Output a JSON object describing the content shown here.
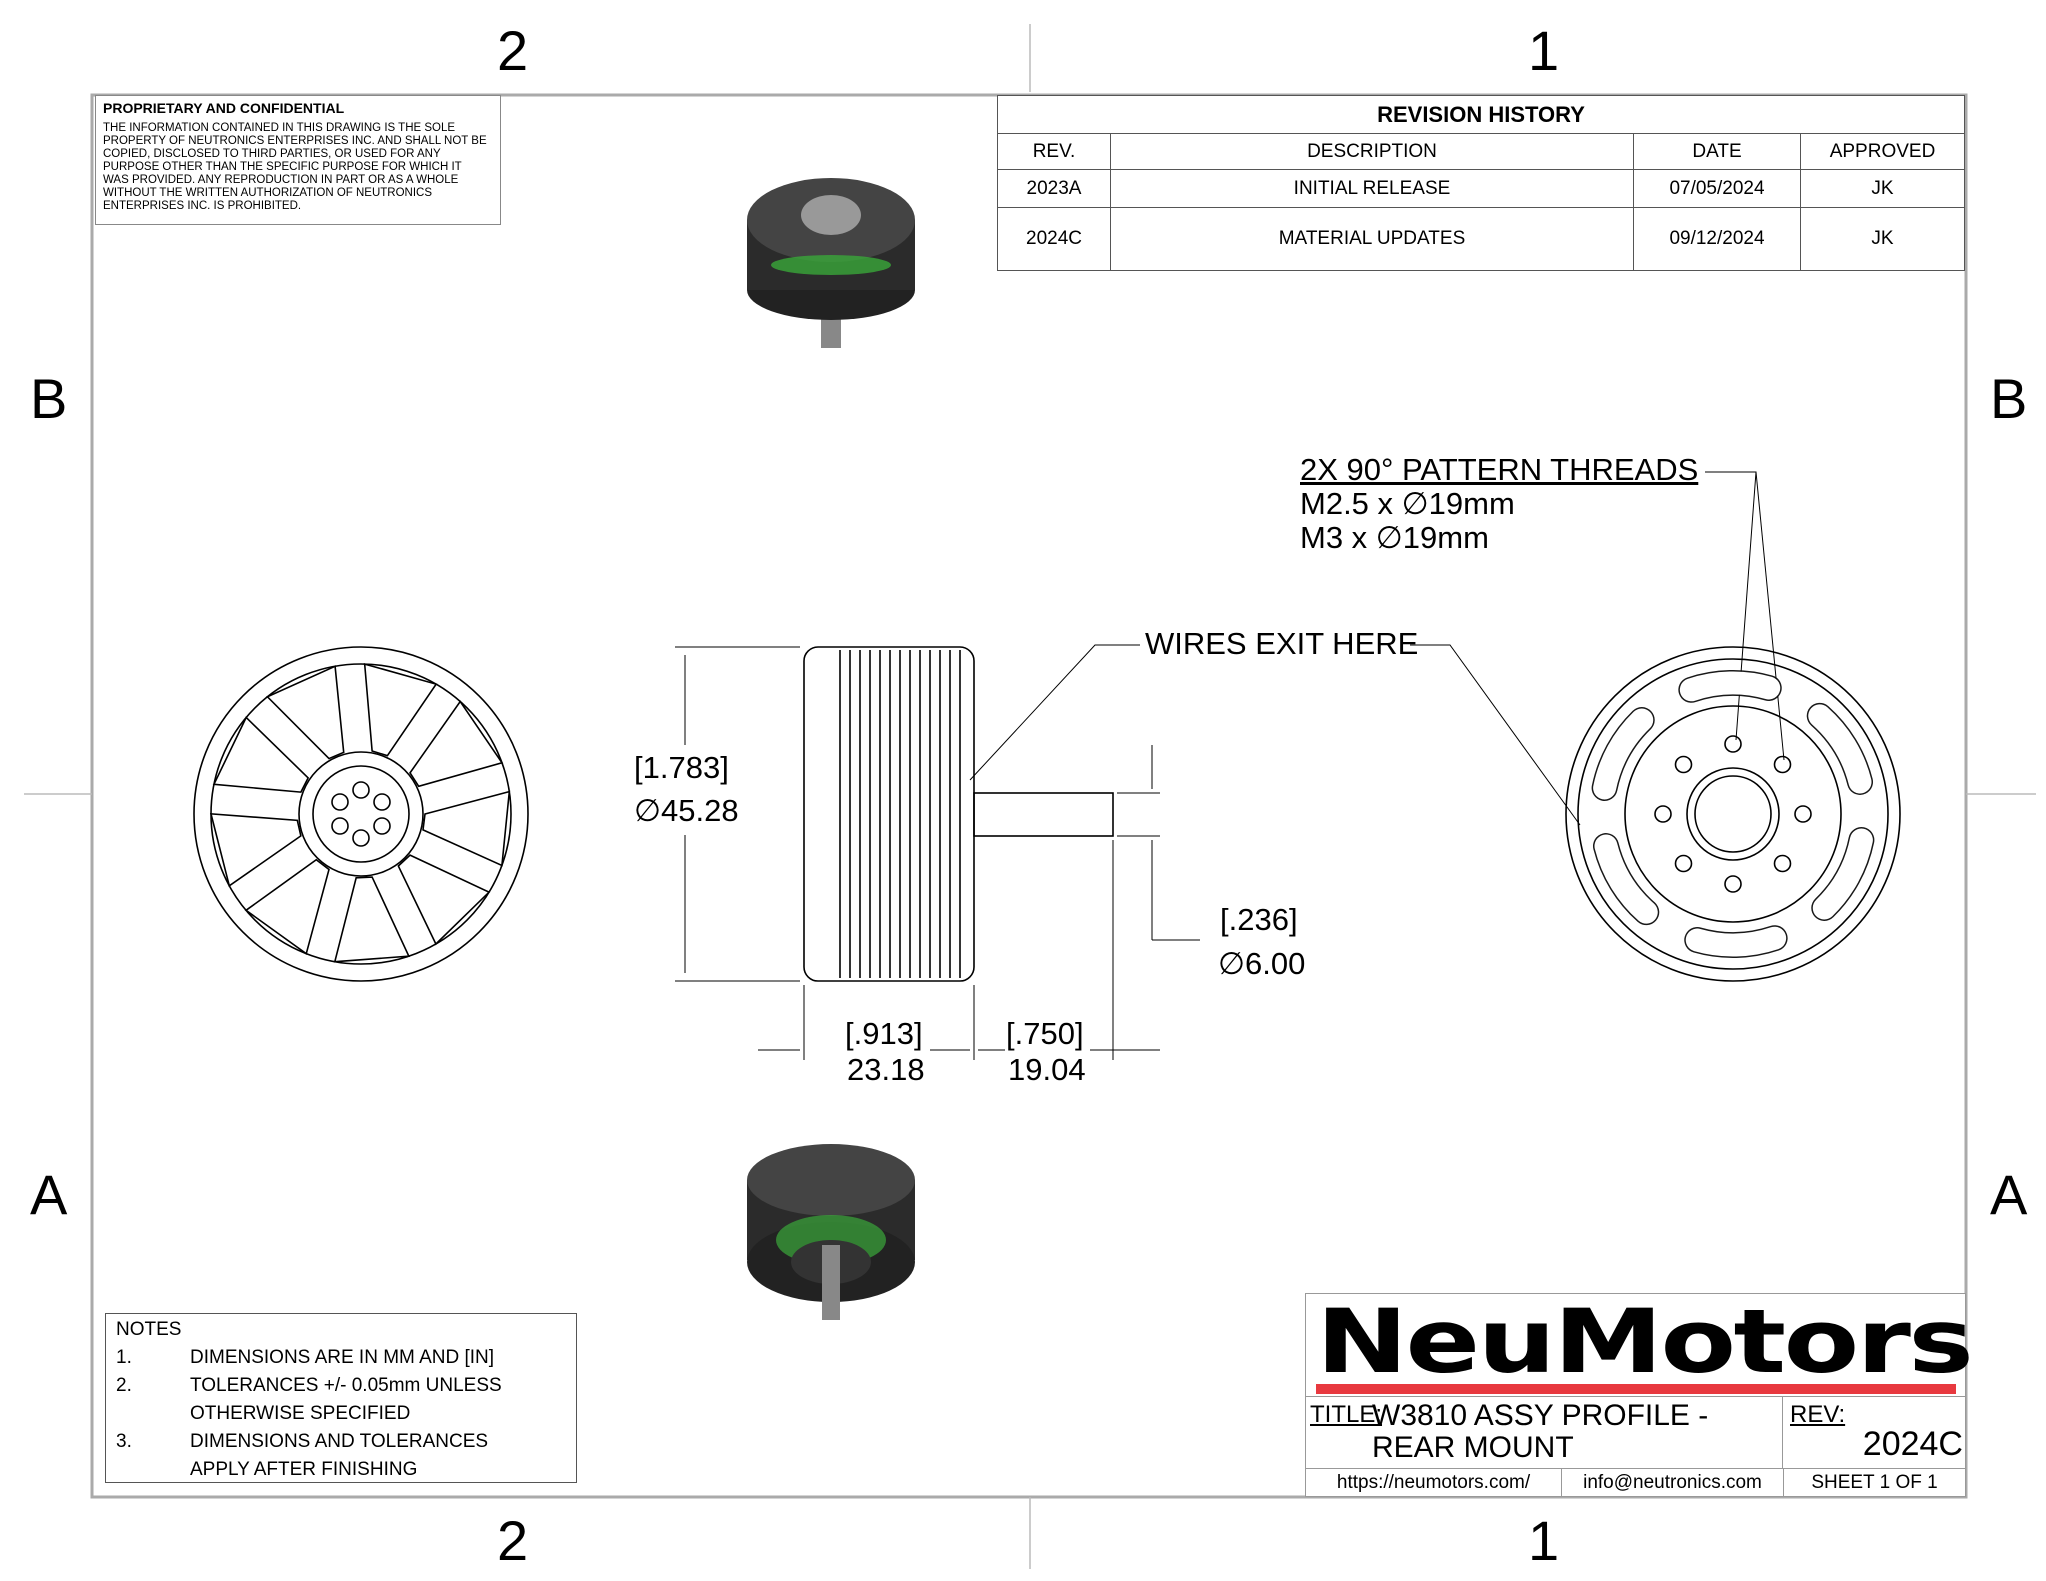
{
  "zones": {
    "top_left": "2",
    "top_right": "1",
    "bottom_left": "2",
    "bottom_right": "1",
    "left_upper": "B",
    "left_lower": "A",
    "right_upper": "B",
    "right_lower": "A"
  },
  "proprietary": {
    "title": "PROPRIETARY AND CONFIDENTIAL",
    "lines": [
      "THE INFORMATION CONTAINED IN THIS DRAWING IS THE SOLE",
      "PROPERTY OF NEUTRONICS ENTERPRISES INC. AND SHALL NOT BE",
      "COPIED, DISCLOSED TO THIRD PARTIES, OR USED FOR ANY",
      "PURPOSE OTHER THAN THE SPECIFIC PURPOSE FOR WHICH IT",
      "WAS PROVIDED. ANY  REPRODUCTION IN PART OR AS A WHOLE",
      "WITHOUT THE WRITTEN AUTHORIZATION OF NEUTRONICS",
      "ENTERPRISES INC. IS  PROHIBITED."
    ]
  },
  "revision_history": {
    "title": "REVISION HISTORY",
    "headers": [
      "REV.",
      "DESCRIPTION",
      "DATE",
      "APPROVED"
    ],
    "rows": [
      [
        "2023A",
        "INITIAL RELEASE",
        "07/05/2024",
        "JK"
      ],
      [
        "2024C",
        "MATERIAL UPDATES",
        "09/12/2024",
        "JK"
      ]
    ]
  },
  "callouts": {
    "threads": [
      "2X 90° PATTERN THREADS",
      "M2.5 x ∅19mm",
      "M3 x ∅19mm"
    ],
    "wires": "WIRES EXIT HERE"
  },
  "dimensions": {
    "diameter_in": "[1.783]",
    "diameter_mm": "∅45.28",
    "shaft_in": "[.236]",
    "shaft_mm": "∅6.00",
    "body_in": "[.913]",
    "body_mm": "23.18",
    "shaft_len_in": "[.750]",
    "shaft_len_mm": "19.04"
  },
  "notes": {
    "title": "NOTES",
    "items": [
      [
        "1.",
        "DIMENSIONS ARE IN MM AND [IN]"
      ],
      [
        "2.",
        "TOLERANCES +/- 0.05mm UNLESS"
      ],
      [
        "",
        "OTHERWISE SPECIFIED"
      ],
      [
        "3.",
        "DIMENSIONS AND TOLERANCES"
      ],
      [
        "",
        "APPLY AFTER FINISHING"
      ]
    ]
  },
  "title_block": {
    "logo": "NeuMotors",
    "title_label": "TITLE:",
    "title_line1": "W3810 ASSY PROFILE -",
    "title_line2": "REAR MOUNT",
    "rev_label": "REV:",
    "rev": "2024C",
    "website": "https://neumotors.com/",
    "email": "info@neutronics.com",
    "sheet": "SHEET 1 OF 1"
  },
  "colors": {
    "logo_red": "#e8393f",
    "frame": "#999999",
    "motor_green": "#3aa83a"
  }
}
